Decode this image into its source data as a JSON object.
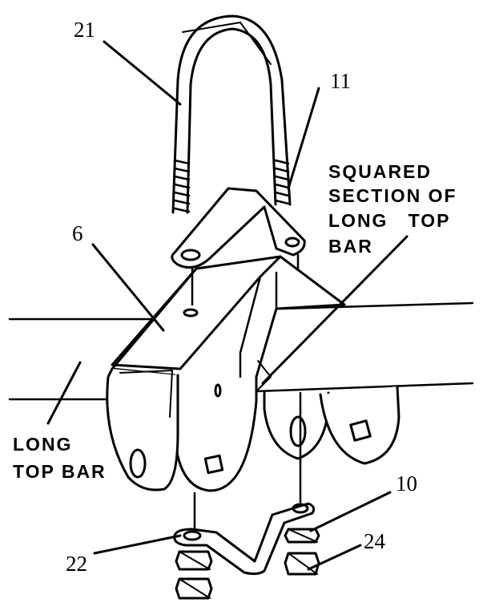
{
  "callouts": {
    "u_bolt": "21",
    "bracket_top": "11",
    "bracket_front": "6",
    "washer": "10",
    "bracket_bottom": "22",
    "nut": "24"
  },
  "labels": {
    "squared_section": [
      "SQUARED",
      "SECTION OF",
      "LONG   TOP",
      "BAR"
    ],
    "long_top_bar": [
      "LONG",
      "TOP BAR"
    ]
  }
}
